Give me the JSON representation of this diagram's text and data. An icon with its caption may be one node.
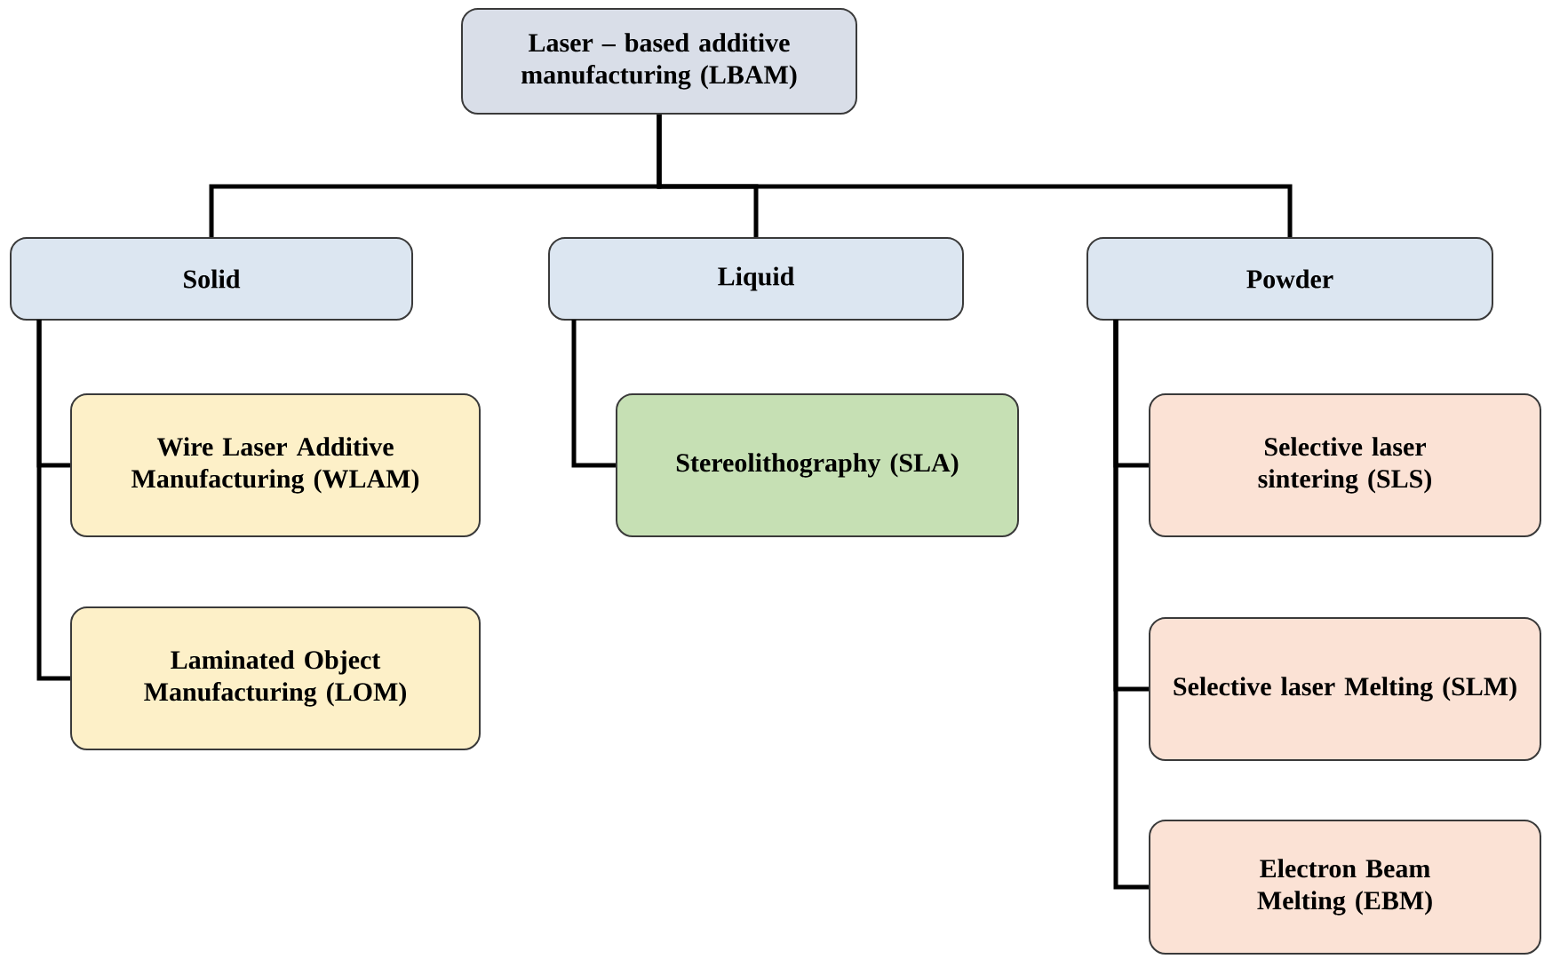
{
  "diagram": {
    "nodes": [
      {
        "text": [
          "Laser – based additive manufacturing (LBAM)"
        ]
      },
      {
        "text": [
          "Solid"
        ]
      },
      {
        "text": [
          "Liquid"
        ]
      },
      {
        "text": [
          "Powder"
        ]
      },
      {
        "text": [
          "Wire Laser Additive Manufacturing (WLAM)"
        ]
      },
      {
        "text": [
          "Laminated Object Manufacturing (LOM)"
        ]
      },
      {
        "text": [
          "Stereolithography (SLA)"
        ]
      },
      {
        "text": [
          "Selective laser sintering (SLS)"
        ]
      },
      {
        "text": [
          "Selective laser Melting (SLM)"
        ]
      },
      {
        "text": [
          "Electron Beam Melting (EBM)"
        ]
      }
    ],
    "edges": [
      {
        "from": 0,
        "to": 1,
        "arrow": "none"
      },
      {
        "from": 0,
        "to": 2,
        "arrow": "none"
      },
      {
        "from": 0,
        "to": 3,
        "arrow": "none"
      },
      {
        "from": 1,
        "to": 4,
        "arrow": "none"
      },
      {
        "from": 1,
        "to": 5,
        "arrow": "none"
      },
      {
        "from": 2,
        "to": 6,
        "arrow": "none"
      },
      {
        "from": 3,
        "to": 7,
        "arrow": "none"
      },
      {
        "from": 3,
        "to": 8,
        "arrow": "none"
      },
      {
        "from": 3,
        "to": 9,
        "arrow": "none"
      }
    ]
  }
}
